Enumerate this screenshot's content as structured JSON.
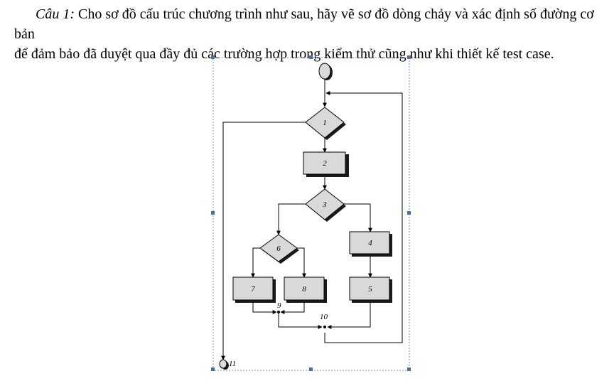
{
  "question": {
    "label": "Câu 1:",
    "line1": " Cho sơ đồ cấu trúc chương trình như sau, hãy vẽ sơ đồ dòng chảy và xác định số đường cơ bản",
    "line2": "để đảm bảo đã duyệt qua đầy đủ các trường hợp trong kiểm thử cũng như  khi thiết kế test case."
  },
  "flowchart": {
    "nodes": {
      "n1": "1",
      "n2": "2",
      "n3": "3",
      "n4": "4",
      "n5": "5",
      "n6": "6",
      "n7": "7",
      "n8": "8",
      "n9": "9",
      "n10": "10",
      "n11": "11"
    },
    "colors": {
      "box_fill": "#d9d9d9",
      "shadow": "#1a1a1a",
      "frame_handle": "#4a6fa5",
      "frame_border": "#7f8fa6"
    }
  }
}
